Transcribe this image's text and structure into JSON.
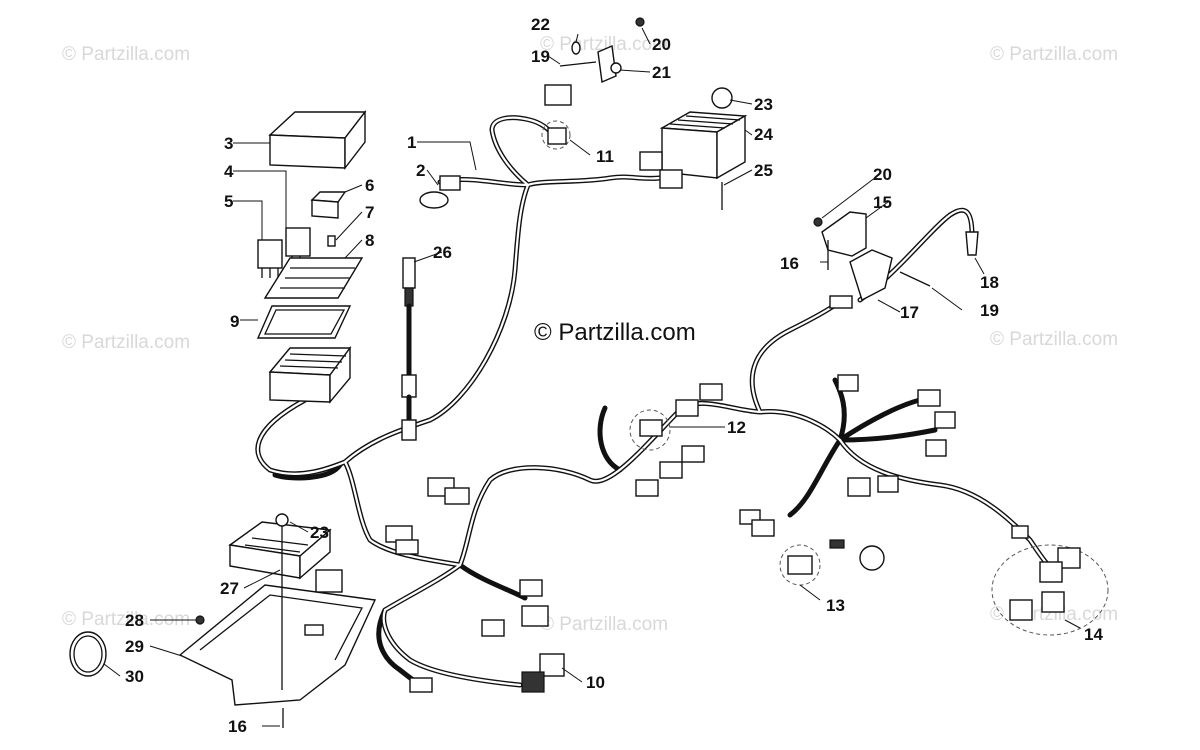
{
  "watermarks": {
    "main": "© Partzilla.com",
    "faint": "© Partzilla.com"
  },
  "callouts": [
    {
      "id": "c1",
      "text": "1"
    },
    {
      "id": "c2",
      "text": "2"
    },
    {
      "id": "c3",
      "text": "3"
    },
    {
      "id": "c4",
      "text": "4"
    },
    {
      "id": "c5",
      "text": "5"
    },
    {
      "id": "c6",
      "text": "6"
    },
    {
      "id": "c7",
      "text": "7"
    },
    {
      "id": "c8",
      "text": "8"
    },
    {
      "id": "c9",
      "text": "9"
    },
    {
      "id": "c10",
      "text": "10"
    },
    {
      "id": "c11",
      "text": "11"
    },
    {
      "id": "c12",
      "text": "12"
    },
    {
      "id": "c13",
      "text": "13"
    },
    {
      "id": "c14",
      "text": "14"
    },
    {
      "id": "c15",
      "text": "15"
    },
    {
      "id": "c16a",
      "text": "16"
    },
    {
      "id": "c16b",
      "text": "16"
    },
    {
      "id": "c17",
      "text": "17"
    },
    {
      "id": "c18",
      "text": "18"
    },
    {
      "id": "c19a",
      "text": "19"
    },
    {
      "id": "c19b",
      "text": "19"
    },
    {
      "id": "c20a",
      "text": "20"
    },
    {
      "id": "c20b",
      "text": "20"
    },
    {
      "id": "c21",
      "text": "21"
    },
    {
      "id": "c22",
      "text": "22"
    },
    {
      "id": "c23a",
      "text": "23"
    },
    {
      "id": "c23b",
      "text": "23"
    },
    {
      "id": "c24",
      "text": "24"
    },
    {
      "id": "c25",
      "text": "25"
    },
    {
      "id": "c26",
      "text": "26"
    },
    {
      "id": "c27",
      "text": "27"
    },
    {
      "id": "c28",
      "text": "28"
    },
    {
      "id": "c29",
      "text": "29"
    },
    {
      "id": "c30",
      "text": "30"
    }
  ]
}
